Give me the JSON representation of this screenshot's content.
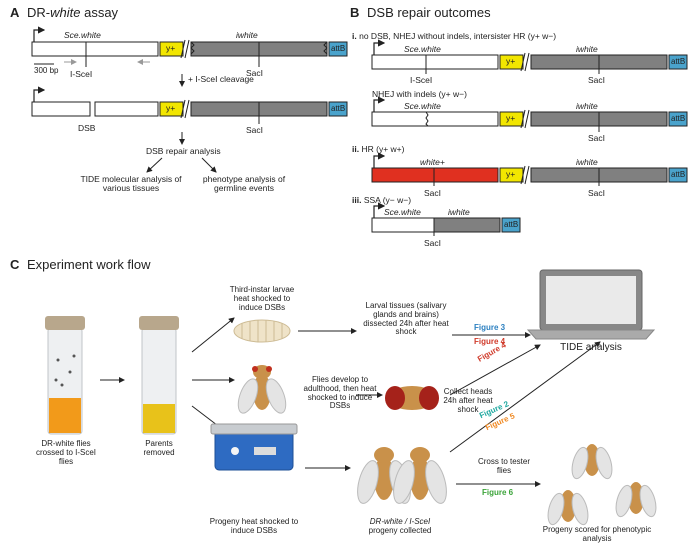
{
  "panelA": {
    "letter": "A",
    "title_pre": "DR-",
    "title_it": "white",
    "title_post": " assay",
    "sce_white": "Sce.white",
    "iwhite": "iwhite",
    "yplus": "y+",
    "attb": "attB",
    "scale": "300 bp",
    "iscei": "I-SceI",
    "saci": "SacI",
    "cleavage": "+ I-SceI cleavage",
    "dsb": "DSB",
    "analysis": "DSB repair analysis",
    "tide": "TIDE molecular analysis of various tissues",
    "pheno": "phenotype analysis of germline events"
  },
  "panelB": {
    "letter": "B",
    "title": "DSB repair outcomes",
    "i_num": "i.",
    "i_text": "no DSB, NHEJ without indels, intersister HR (y+ w−)",
    "nhej_text": "NHEJ with indels (y+ w−)",
    "ii_num": "ii.",
    "ii_text": "HR (y+ w+)",
    "white_plus": "white+",
    "iii_num": "iii.",
    "iii_text": "SSA (y− w−)"
  },
  "panelC": {
    "letter": "C",
    "title": "Experiment work flow",
    "larvae": "Third-instar larvae heat shocked to induce DSBs",
    "larval_tissues": "Larval tissues (salivary glands and brains) dissected 24h after heat shock",
    "flies_develop": "Flies develop to adulthood, then heat shocked to induce DSBs",
    "collect_heads": "Collect heads 24h after heat shock",
    "tide": "TIDE analysis",
    "drwhite_line1": "DR-white flies",
    "drwhite_line2": "crossed to I-SceI",
    "drwhite_line3": "flies",
    "parents": "Parents removed",
    "progeny_heat": "Progeny heat shocked to induce DSBs",
    "progeny_collected_1": "DR-white / I-SceI",
    "progeny_collected_2": "progeny collected",
    "cross_tester": "Cross to tester flies",
    "scored": "Progeny scored for phenotypic analysis",
    "fig3": "Figure 3",
    "fig4a": "Figure 4",
    "fig4b": "Figure 4",
    "fig2": "Figure 2",
    "fig5": "Figure 5",
    "fig6": "Figure 6"
  },
  "colors": {
    "yellow": "#f2e600",
    "grey": "#808080",
    "attb": "#4aa3cc",
    "red": "#e03020",
    "fig_blue": "#2a7fc0",
    "fig_red": "#d03a2a",
    "fig_teal": "#1fa8a0",
    "fig_orange": "#f08a24",
    "fig_green": "#3aa338"
  }
}
